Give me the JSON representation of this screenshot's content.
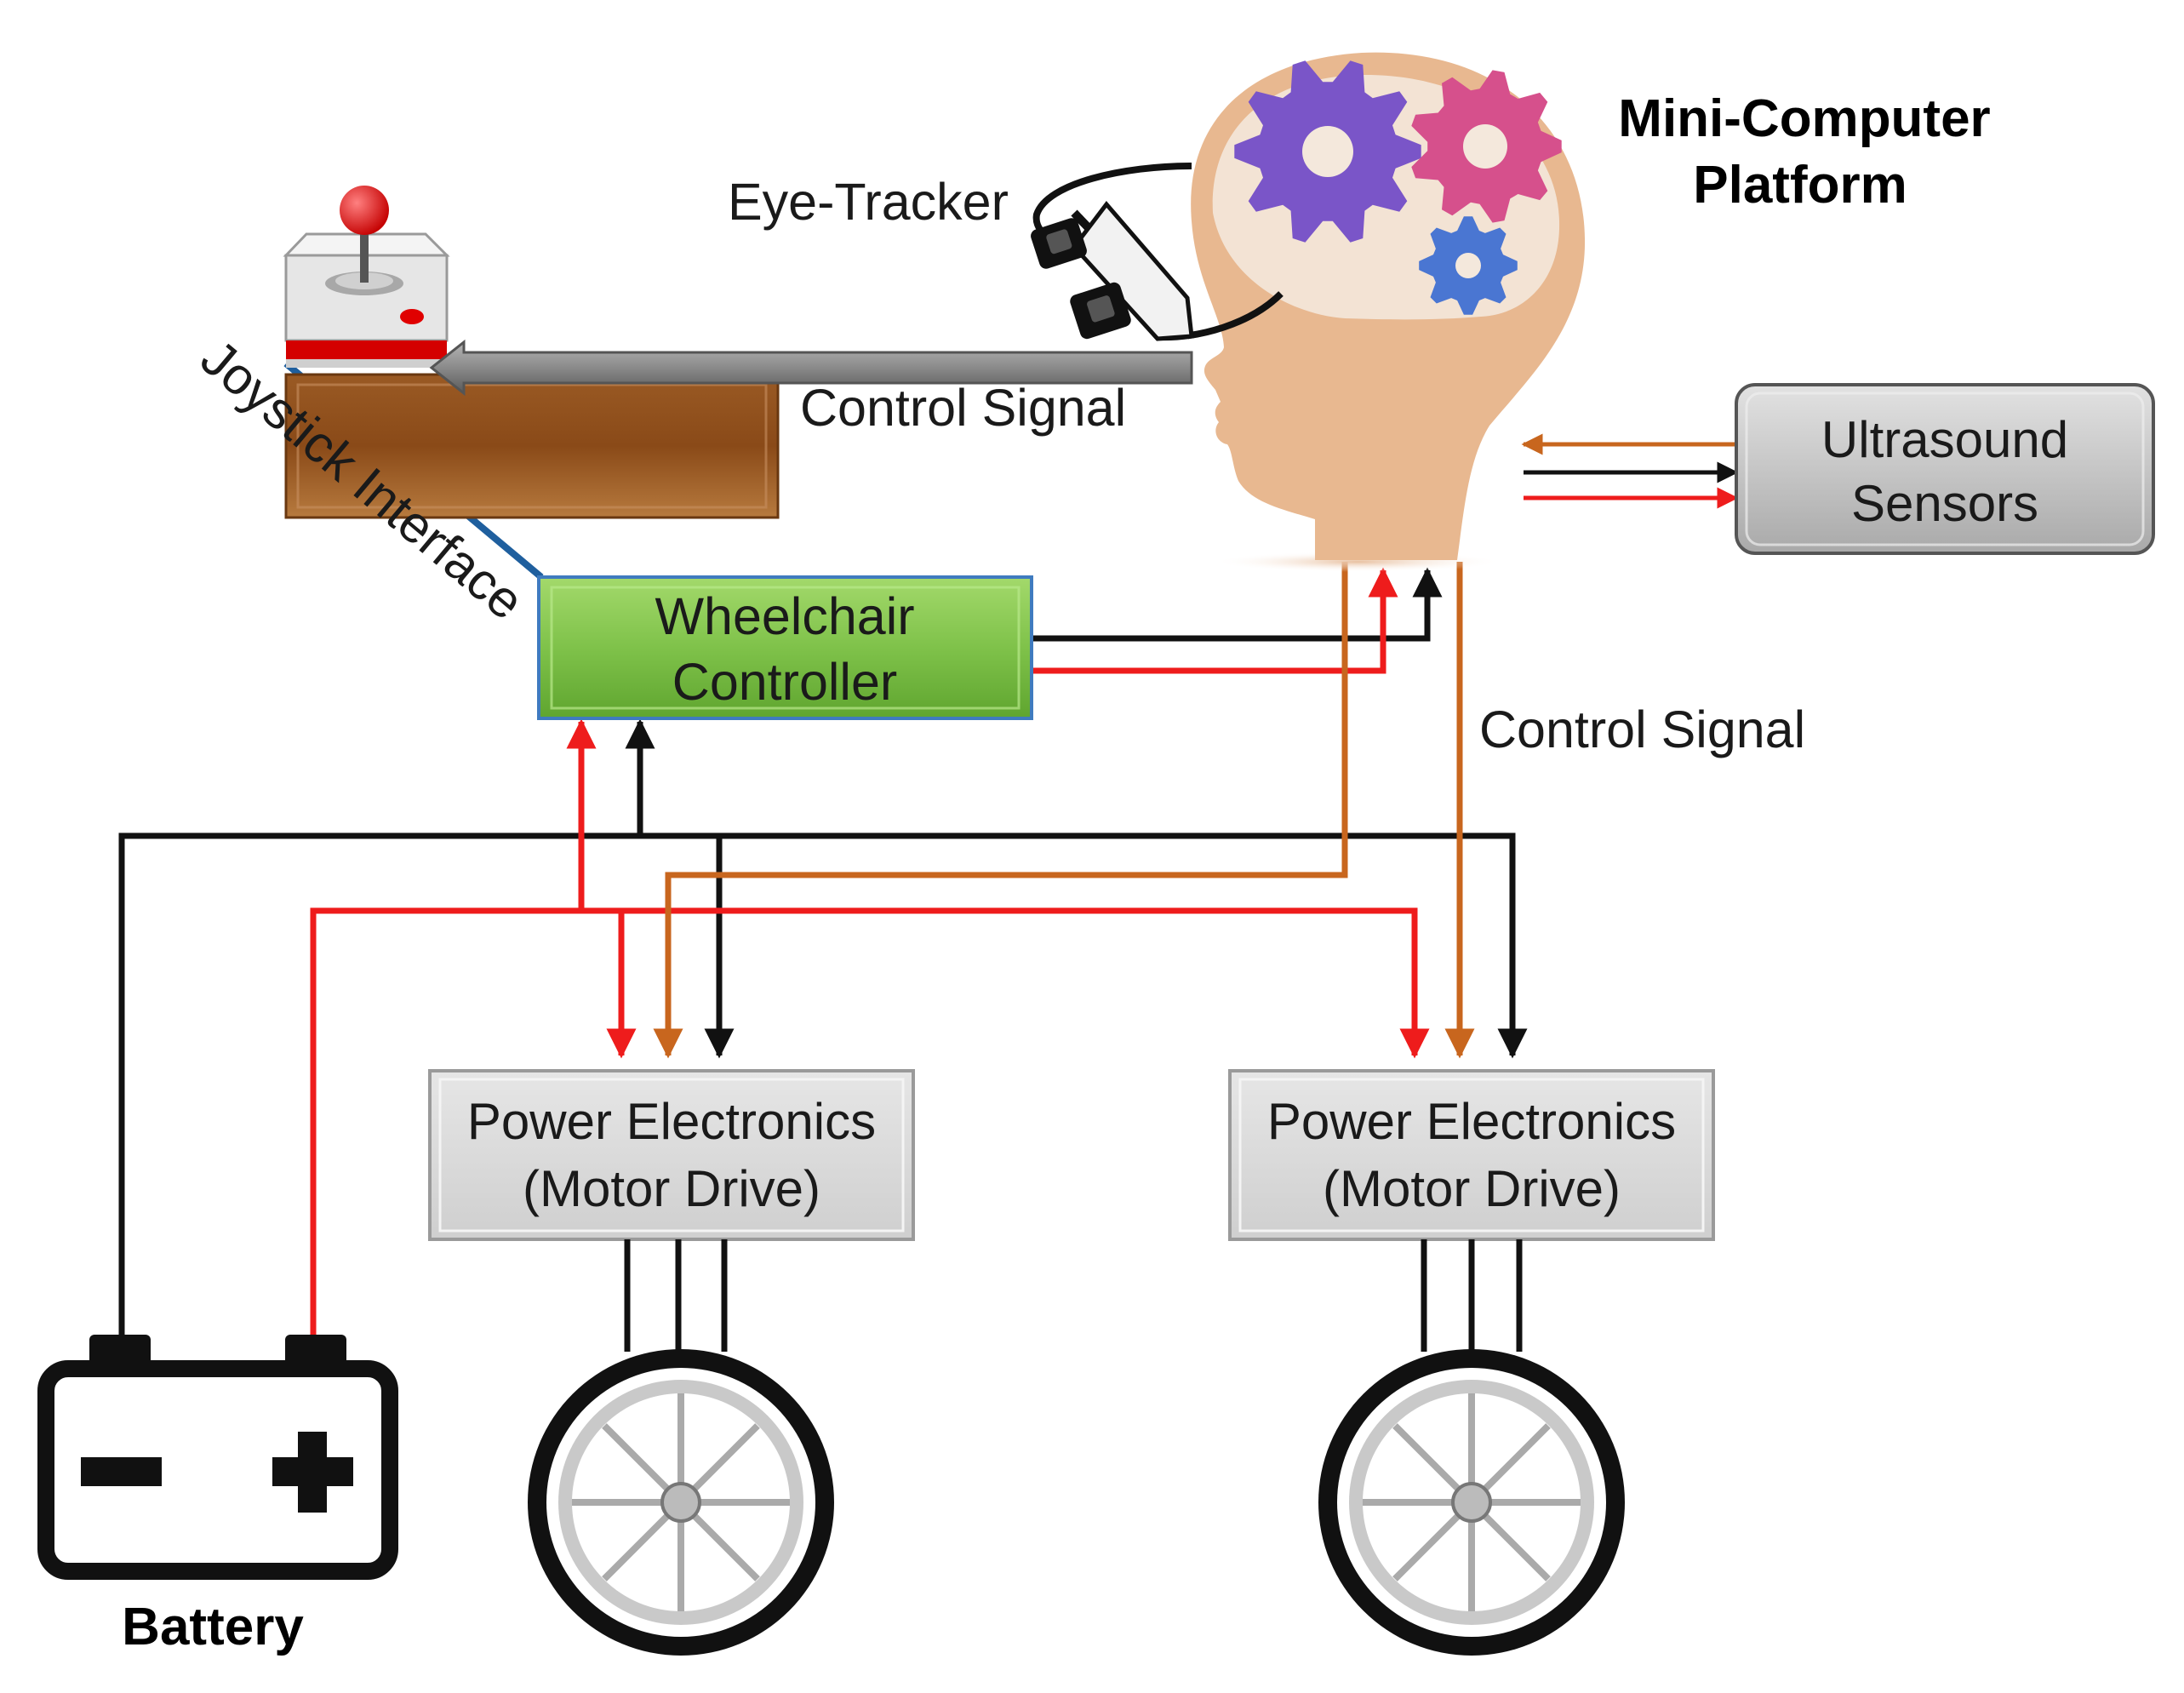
{
  "labels": {
    "eye_tracker": "Eye-Tracker",
    "platform_line1": "Mini-Computer",
    "platform_line2": "Platform",
    "control_signal_top": "Control Signal",
    "control_signal_right": "Control Signal",
    "joystick_interface": "Joystick Interface",
    "ultrasound_line1": "Ultrasound",
    "ultrasound_line2": "Sensors",
    "controller_line1": "Wheelchair",
    "controller_line2": "Controller",
    "pe_left_line1": "Power Electronics",
    "pe_left_line2": "(Motor Drive)",
    "pe_right_line1": "Power Electronics",
    "pe_right_line2": "(Motor Drive)",
    "battery": "Battery"
  },
  "colors": {
    "power_positive": "#ee1c1c",
    "power_negative": "#111111",
    "control_signal": "#c8661e",
    "joystick_link": "#1f5f9e",
    "controller_fill": "#7fc24a",
    "sensor_fill": "#c4c4c4",
    "drive_fill": "#d9d9d9",
    "head_fill": "#e8b890",
    "gear_purple": "#7a55c8",
    "gear_pink": "#d6508c",
    "gear_blue": "#4a76d2"
  },
  "icons": [
    "joystick-icon",
    "head-icon",
    "gear-icon",
    "eye-tracker-glasses-icon",
    "battery-icon",
    "wheel-icon"
  ]
}
